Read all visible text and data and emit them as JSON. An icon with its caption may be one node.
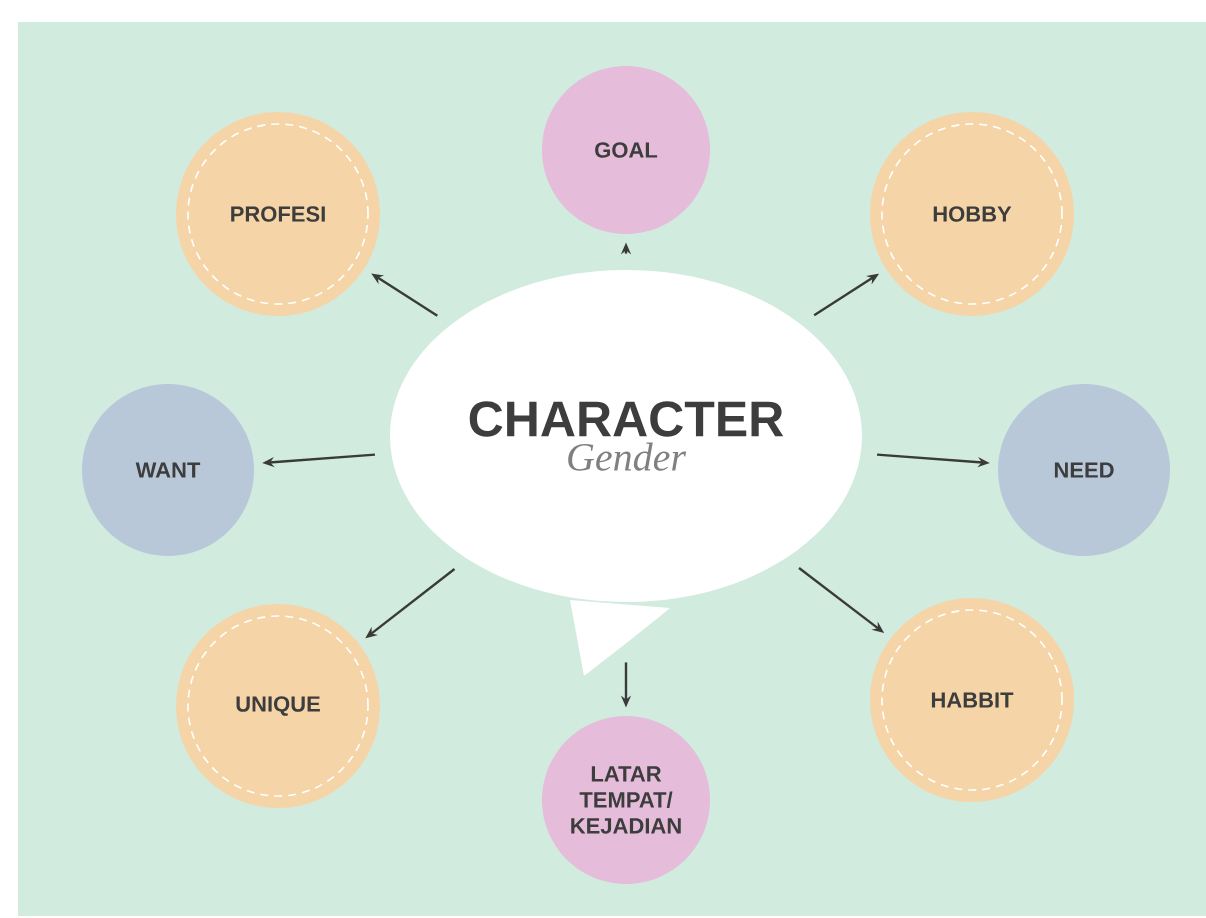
{
  "diagram": {
    "nodes": [
      {
        "text": [
          "CHARACTER",
          "Gender"
        ]
      },
      {
        "text": [
          "GOAL"
        ]
      },
      {
        "text": [
          "PROFESI"
        ]
      },
      {
        "text": [
          "HOBBY"
        ]
      },
      {
        "text": [
          "WANT"
        ]
      },
      {
        "text": [
          "NEED"
        ]
      },
      {
        "text": [
          "UNIQUE"
        ]
      },
      {
        "text": [
          "HABBIT"
        ]
      },
      {
        "text": [
          "LATAR TEMPAT/ KEJADIAN"
        ]
      }
    ],
    "edges": [
      {
        "from": 0,
        "to": 1,
        "arrow": "to"
      },
      {
        "from": 0,
        "to": 2,
        "arrow": "to"
      },
      {
        "from": 0,
        "to": 3,
        "arrow": "to"
      },
      {
        "from": 0,
        "to": 4,
        "arrow": "to"
      },
      {
        "from": 0,
        "to": 5,
        "arrow": "to"
      },
      {
        "from": 0,
        "to": 6,
        "arrow": "to"
      },
      {
        "from": 0,
        "to": 7,
        "arrow": "to"
      },
      {
        "from": 0,
        "to": 8,
        "arrow": "to"
      }
    ]
  }
}
